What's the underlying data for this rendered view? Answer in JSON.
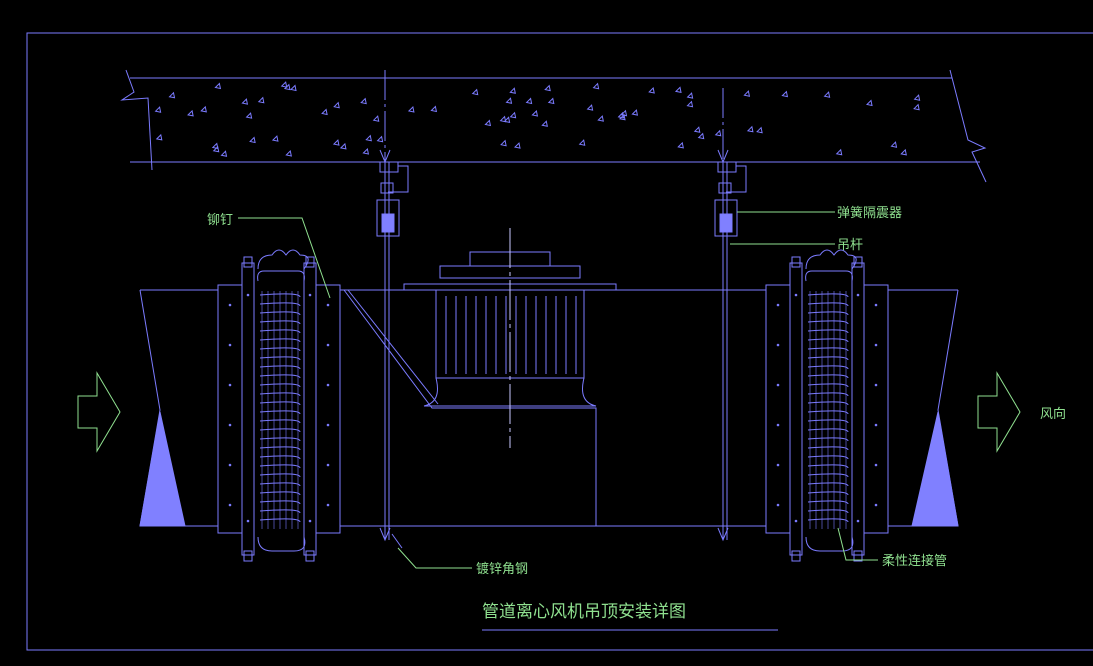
{
  "title": "管道离心风机吊顶安装详图",
  "labels": {
    "rivet": "铆钉",
    "spring_isolator": "弹簧隔震器",
    "hanger_rod": "吊杆",
    "galvanized_angle": "镀锌角钢",
    "flexible_connector": "柔性连接管",
    "wind_direction": "风向"
  },
  "colors": {
    "background": "#000000",
    "line": "#7b7bff",
    "fill": "#8080ff",
    "label": "#8fe08f",
    "axis": "#c8c8ff"
  }
}
